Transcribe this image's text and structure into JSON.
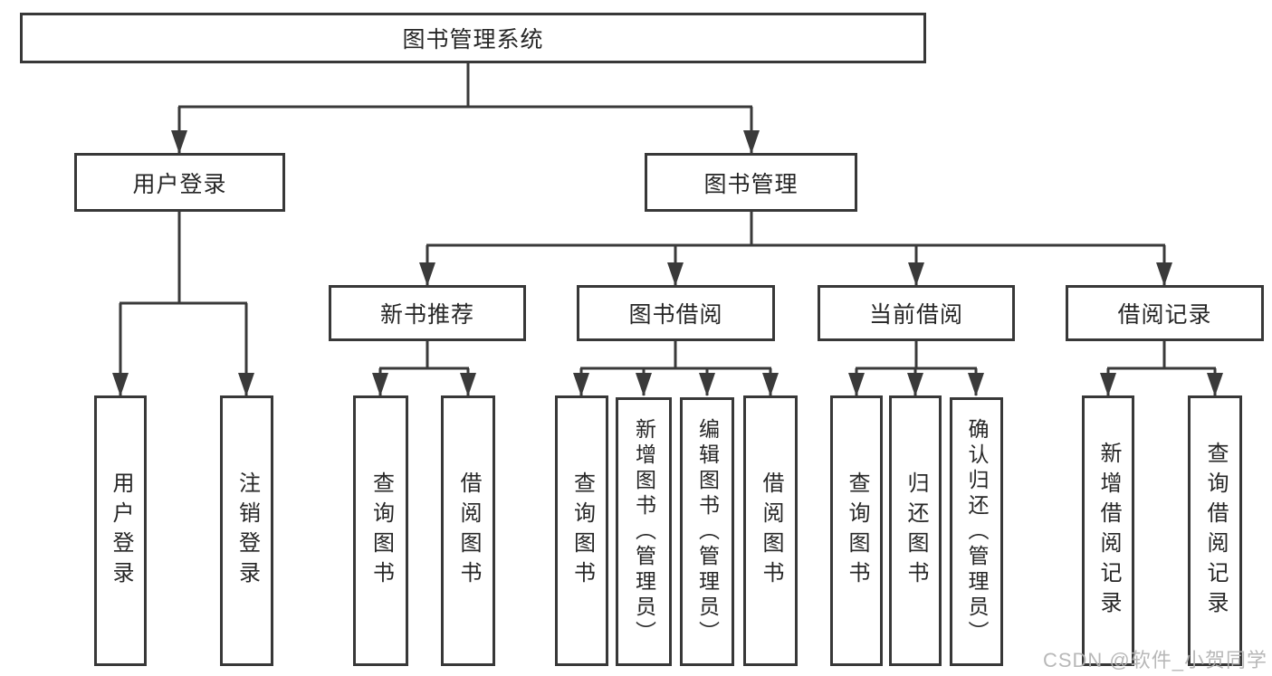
{
  "diagram": {
    "type": "tree",
    "background_color": "#ffffff",
    "line_color": "#3a3a3a",
    "box_border_color": "#383838",
    "text_color": "#262626",
    "nodes": {
      "root": "图书管理系统",
      "user_login": "用户登录",
      "book_mgmt": "图书管理",
      "login_leaf": "用户登录",
      "logout_leaf": "注销登录",
      "new_book_rec": "新书推荐",
      "book_borrow": "图书借阅",
      "current_borrow": "当前借阅",
      "borrow_records": "借阅记录",
      "nbr_query": "查询图书",
      "nbr_borrow": "借阅图书",
      "bb_query": "查询图书",
      "bb_add": "新增图书（管理员）",
      "bb_edit": "编辑图书（管理员）",
      "bb_borrow": "借阅图书",
      "cb_query": "查询图书",
      "cb_return": "归还图书",
      "cb_confirm": "确认归还（管理员）",
      "br_add": "新增借阅记录",
      "br_query": "查询借阅记录"
    },
    "hierarchy": {
      "图书管理系统": {
        "用户登录": [
          "用户登录",
          "注销登录"
        ],
        "图书管理": {
          "新书推荐": [
            "查询图书",
            "借阅图书"
          ],
          "图书借阅": [
            "查询图书",
            "新增图书（管理员）",
            "编辑图书（管理员）",
            "借阅图书"
          ],
          "当前借阅": [
            "查询图书",
            "归还图书",
            "确认归还（管理员）"
          ],
          "借阅记录": [
            "新增借阅记录",
            "查询借阅记录"
          ]
        }
      }
    },
    "watermark": {
      "text": "CSDN @软件_小贺同学",
      "color": "#b2b2b2"
    }
  }
}
